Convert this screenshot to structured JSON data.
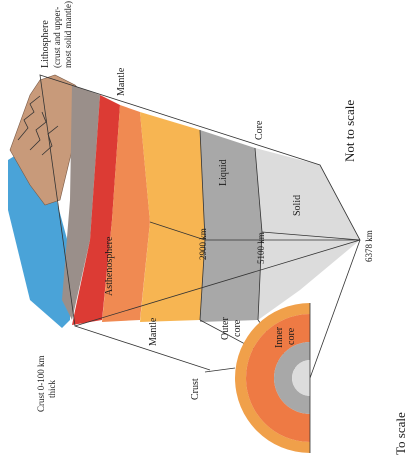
{
  "labels": {
    "lithosphere": "Lithosphere",
    "lithosphere_desc1": "(crust and upper-",
    "lithosphere_desc2": "most solid mantle)",
    "mantle_top": "Mantle",
    "core_top": "Core",
    "not_to_scale": "Not to scale",
    "liquid": "Liquid",
    "solid": "Solid",
    "asthenosphere": "Asthenosphere",
    "depth_2900": "2900 km",
    "depth_5100": "5100 km",
    "depth_6378": "6378 km",
    "crust_thickness1": "Crust 0-100 km",
    "crust_thickness2": "thick",
    "mantle_inset": "Mantle",
    "outer_core1": "Outer",
    "outer_core2": "core",
    "inner_core1": "Inner",
    "inner_core2": "core",
    "crust": "Crust",
    "to_scale": "To scale"
  },
  "colors": {
    "ocean": "#4aa3d8",
    "crust_brown": "#c89a7a",
    "lithosphere_gray": "#9a8f8a",
    "asthenosphere_red": "#dc3b34",
    "mantle_orange": "#f08a52",
    "mantle_light": "#f7b552",
    "outer_core_gray": "#a8a8a8",
    "inner_core_gray": "#dcdcdc"
  }
}
